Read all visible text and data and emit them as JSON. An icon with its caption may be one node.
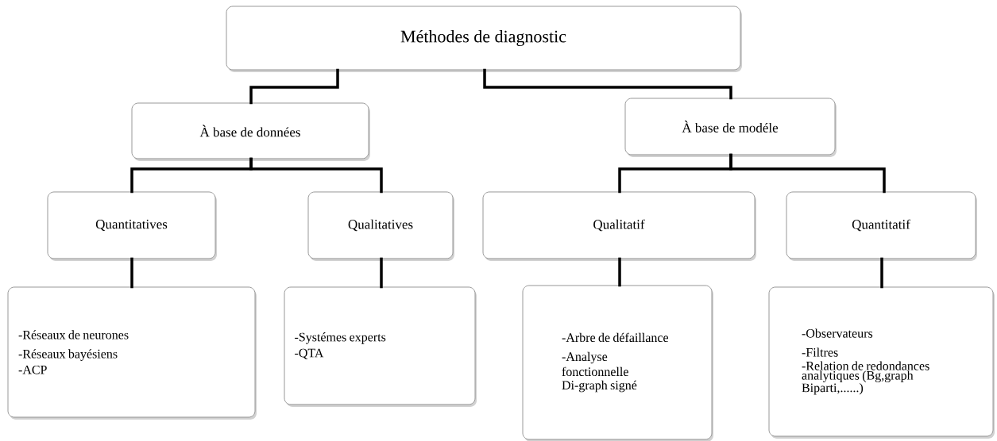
{
  "diagram": {
    "nodes": [
      {
        "text": [
          "Méthodes de diagnostic"
        ]
      },
      {
        "text": [
          "À base de données"
        ]
      },
      {
        "text": [
          "À base de modéle"
        ]
      },
      {
        "text": [
          "Quantitatives"
        ]
      },
      {
        "text": [
          "Qualitatives"
        ]
      },
      {
        "text": [
          "Qualitatif"
        ]
      },
      {
        "text": [
          "Quantitatif"
        ]
      },
      {
        "text": [
          "-Réseaux de neurones",
          "-Réseaux bayésiens",
          "-ACP"
        ]
      },
      {
        "text": [
          "-Systémes experts",
          "-QTA"
        ]
      },
      {
        "text": [
          "-Arbre de défaillance",
          "-Analyse fonctionnelle",
          "Di-graph signé"
        ]
      },
      {
        "text": [
          "-Observateurs",
          "-Filtres",
          "-Relation de redondances analytiques (Bg,graph Biparti,......)"
        ]
      }
    ],
    "edges": [
      {
        "from": 0,
        "to": 1,
        "arrow": "none"
      },
      {
        "from": 0,
        "to": 2,
        "arrow": "none"
      },
      {
        "from": 1,
        "to": 3,
        "arrow": "none"
      },
      {
        "from": 1,
        "to": 4,
        "arrow": "none"
      },
      {
        "from": 2,
        "to": 5,
        "arrow": "none"
      },
      {
        "from": 2,
        "to": 6,
        "arrow": "none"
      },
      {
        "from": 3,
        "to": 7,
        "arrow": "none"
      },
      {
        "from": 4,
        "to": 8,
        "arrow": "none"
      },
      {
        "from": 5,
        "to": 9,
        "arrow": "none"
      },
      {
        "from": 6,
        "to": 10,
        "arrow": "none"
      }
    ]
  }
}
